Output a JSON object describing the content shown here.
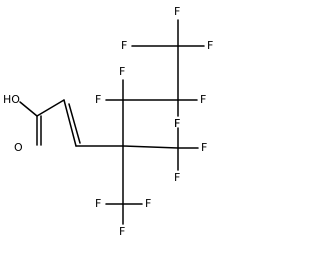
{
  "molecule": {
    "atom_labels": {
      "carboxyl_hydroxyl": "HO",
      "carbonyl_oxygen": "O",
      "fluorine": "F"
    }
  }
}
